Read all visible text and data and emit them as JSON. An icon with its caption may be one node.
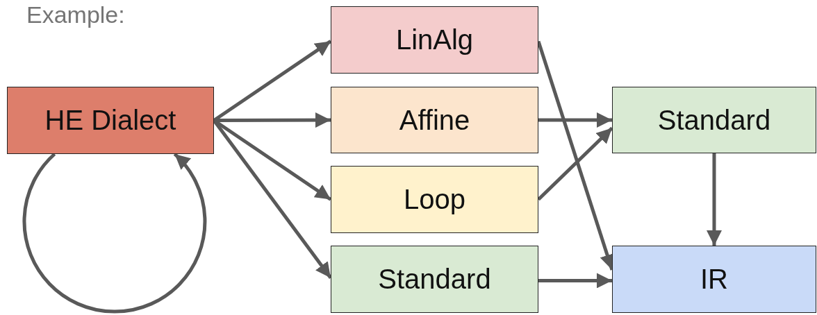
{
  "diagram": {
    "title": "Example:",
    "nodes": [
      {
        "text": [
          "HE Dialect"
        ]
      },
      {
        "text": [
          "LinAlg"
        ]
      },
      {
        "text": [
          "Affine"
        ]
      },
      {
        "text": [
          "Loop"
        ]
      },
      {
        "text": [
          "Standard"
        ]
      },
      {
        "text": [
          "Standard"
        ]
      },
      {
        "text": [
          "IR"
        ]
      }
    ],
    "edges": [
      {
        "from": 0,
        "to": 1,
        "arrow": "to"
      },
      {
        "from": 0,
        "to": 2,
        "arrow": "to"
      },
      {
        "from": 0,
        "to": 3,
        "arrow": "to"
      },
      {
        "from": 0,
        "to": 4,
        "arrow": "to"
      },
      {
        "from": 0,
        "to": 0,
        "arrow": "to"
      },
      {
        "from": 1,
        "to": 6,
        "arrow": "to"
      },
      {
        "from": 2,
        "to": 5,
        "arrow": "to"
      },
      {
        "from": 3,
        "to": 5,
        "arrow": "to"
      },
      {
        "from": 5,
        "to": 6,
        "arrow": "to"
      },
      {
        "from": 4,
        "to": 6,
        "arrow": "to"
      }
    ]
  }
}
